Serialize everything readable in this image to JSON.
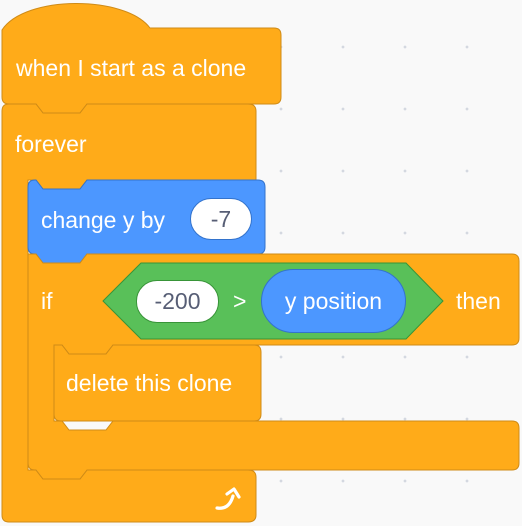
{
  "script": {
    "hat_label": "when I start as a clone",
    "forever_label": "forever",
    "motion": {
      "label": "change y by",
      "value": "-7"
    },
    "if_block": {
      "if_label": "if",
      "then_label": "then",
      "condition": {
        "left_value": "-200",
        "operator": ">",
        "right_reporter": "y position"
      },
      "body": {
        "label": "delete this clone"
      }
    },
    "loop_arrow": "loop-arrow-icon"
  },
  "colors": {
    "control": "#ffab19",
    "control_border": "#cf8b17",
    "motion": "#4c97ff",
    "motion_border": "#3373cc",
    "operators": "#59c059",
    "operators_border": "#389438",
    "background": "#f9f9f9"
  }
}
